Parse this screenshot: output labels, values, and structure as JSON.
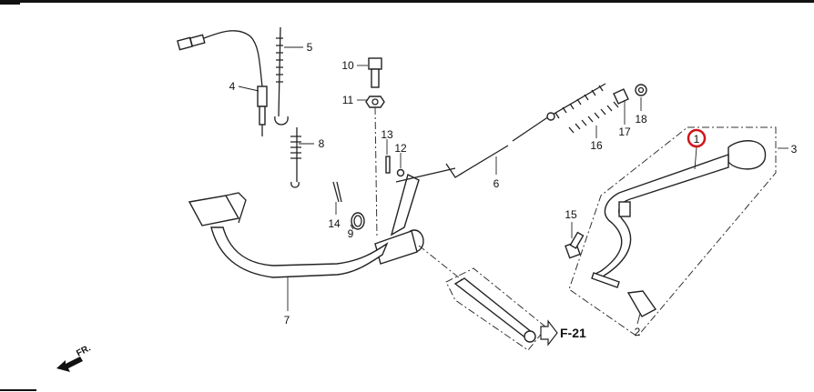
{
  "diagram": {
    "callouts": {
      "p1": "1",
      "p2": "2",
      "p3": "3",
      "p4": "4",
      "p5": "5",
      "p6": "6",
      "p7": "7",
      "p8": "8",
      "p9": "9",
      "p10": "10",
      "p11": "11",
      "p12": "12",
      "p13": "13",
      "p14": "14",
      "p15": "15",
      "p16": "16",
      "p17": "17",
      "p18": "18"
    },
    "highlighted_callout": "1",
    "reference": "F-21",
    "front_label": "FR.",
    "colors": {
      "highlight": "#d0141c",
      "line": "#222222"
    }
  }
}
